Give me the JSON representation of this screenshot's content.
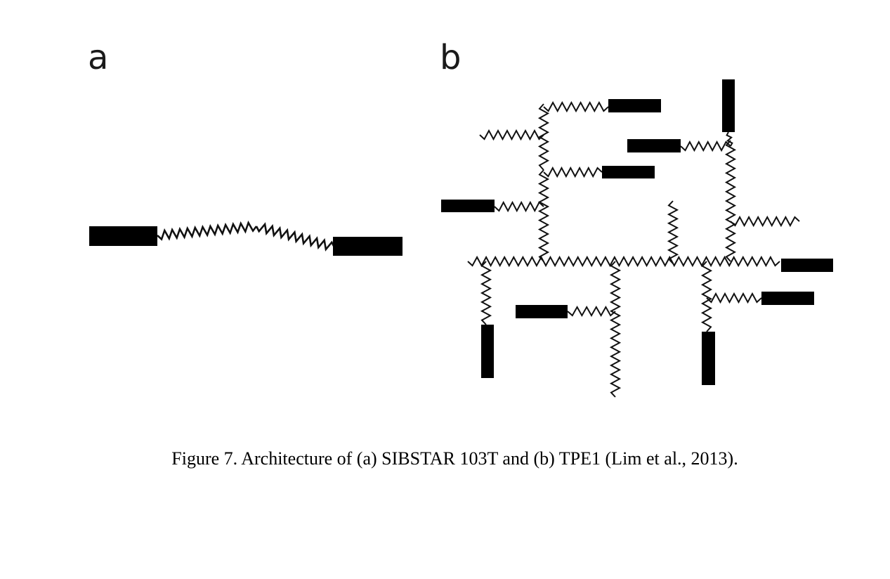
{
  "panels": {
    "a": {
      "label": "a"
    },
    "b": {
      "label": "b"
    }
  },
  "caption": "Figure 7. Architecture of (a) SIBSTAR 103T and (b) TPE1 (Lim et al., 2013).",
  "colors": {
    "block": "#000000",
    "chain": "#111111"
  }
}
